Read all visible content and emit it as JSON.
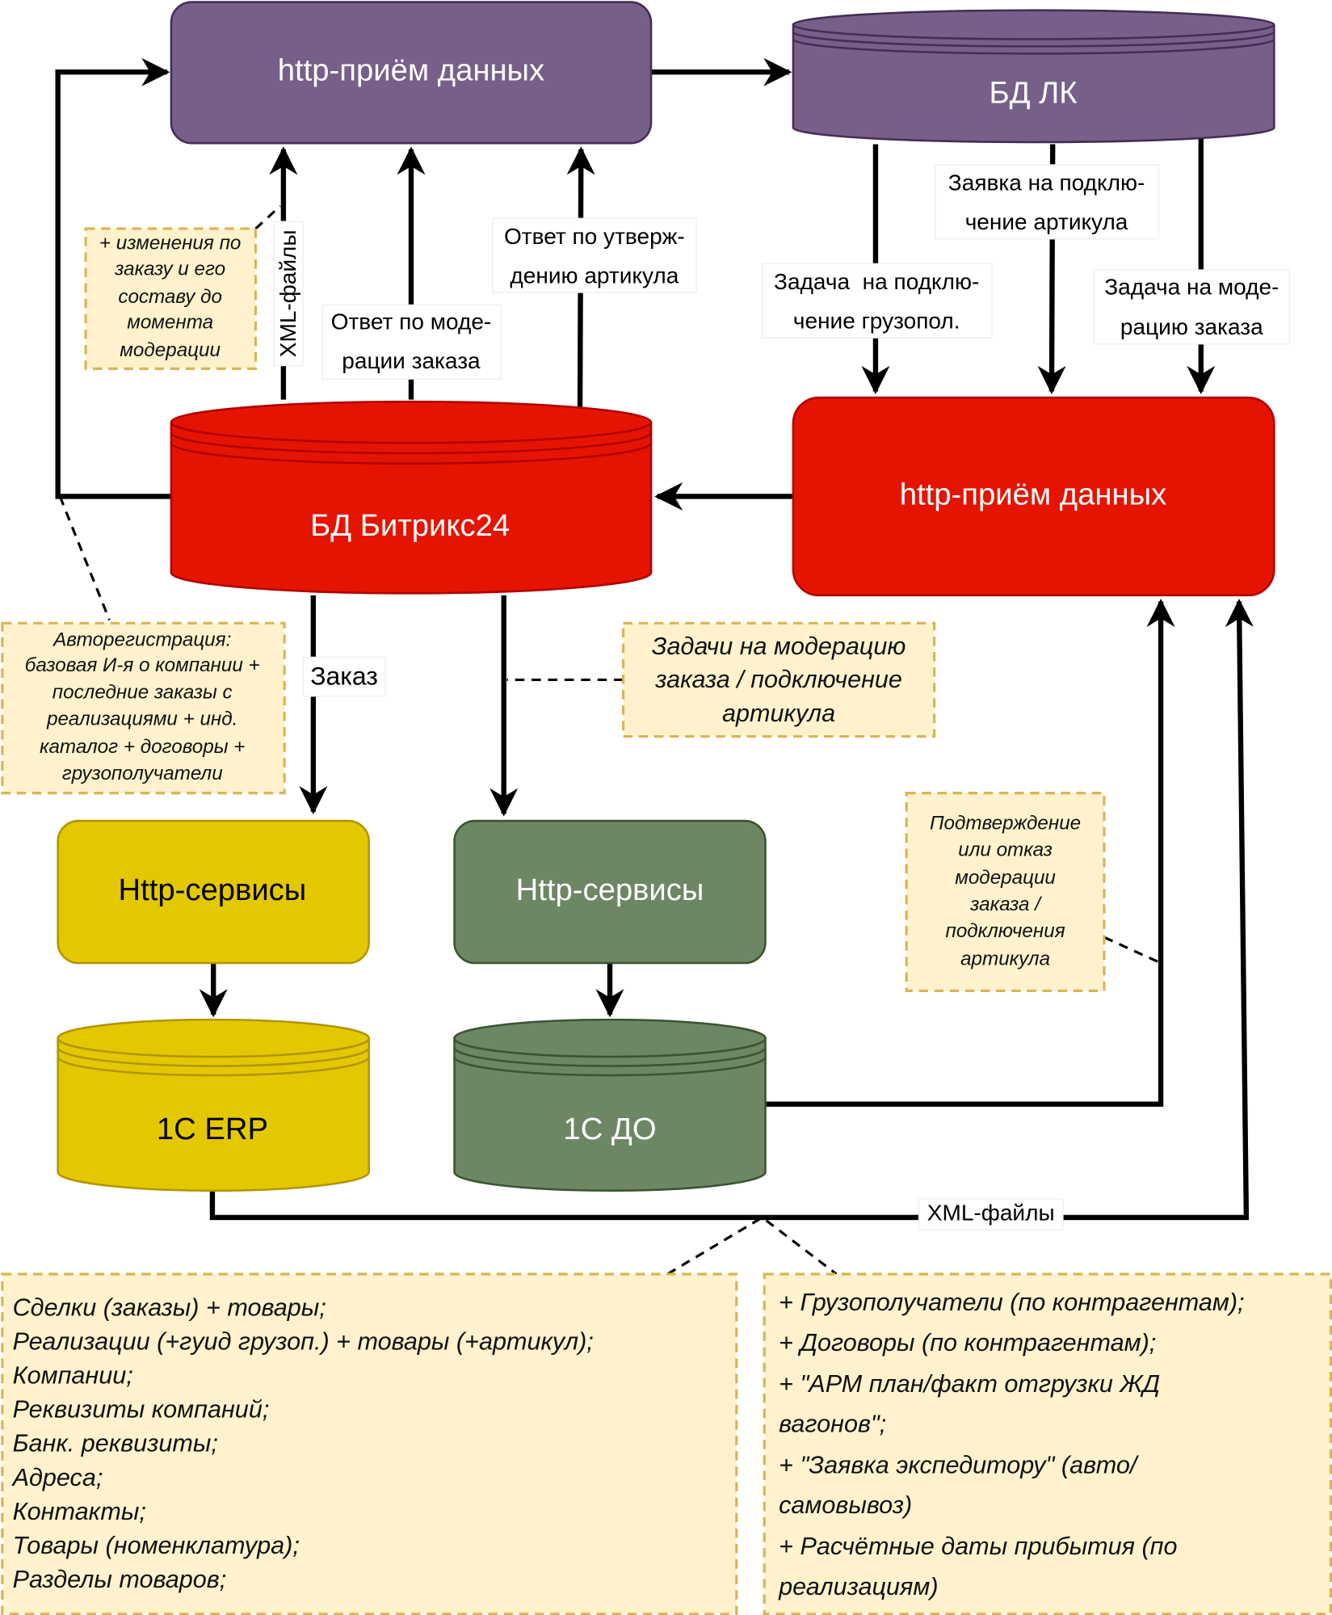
{
  "nodes": {
    "http_top": "http-приём данных",
    "bd_lk": "БД ЛК",
    "bd_bitrix": "БД Битрикс24",
    "http_red": "http-приём данных",
    "http_yellow": "Http-сервисы",
    "http_green": "Http-сервисы",
    "erp": "1C ERP",
    "do": "1C ДО"
  },
  "edge_labels": {
    "xml_vertical": "XML-файлы",
    "moderation_answer": [
      "Ответ по моде-",
      "рации заказа"
    ],
    "article_answer": [
      "Ответ по утверж-",
      "дению артикула"
    ],
    "article_request": [
      "Заявка на подклю-",
      "чение артикула"
    ],
    "consignee_task": [
      "Задача  на подклю-",
      "чение грузопол."
    ],
    "moderation_task": [
      "Задача на моде-",
      "рацию заказа"
    ],
    "order": "Заказ",
    "xml_bottom": "XML-файлы"
  },
  "notes": {
    "changes": [
      "+ изменения по",
      "заказу и его",
      "составу до",
      "момента",
      "модерации"
    ],
    "autoreg": [
      "Авторегистрация:",
      "базовая И-я о компании +",
      "последние заказы с",
      "реализациями + инд.",
      "каталог + договоры +",
      "грузополучатели"
    ],
    "tasks": [
      "Задачи на модерацию",
      "заказа / подключение",
      "артикула"
    ],
    "confirm": [
      "Подтверждение",
      "или отказ",
      "модерации",
      "заказа /",
      "подключения",
      "артикула"
    ],
    "erp_list": [
      "Сделки (заказы) + товары;",
      "Реализации (+гуид грузоп.) + товары (+артикул);",
      "Компании;",
      "Реквизиты компаний;",
      "Банк. реквизиты;",
      "Адреса;",
      "Контакты;",
      "Товары (номенклатура);",
      "Разделы товаров;"
    ],
    "extra_list": [
      "+ Грузополучатели (по контрагентам);",
      "+ Договоры (по контрагентам);",
      "+ \"АРМ план/факт отгрузки ЖД",
      "вагонов\";",
      "+ \"Заявка экспедитору\" (авто/",
      "самовывоз)",
      "+ Расчётные даты прибытия (по",
      "реализациям)"
    ]
  },
  "colors": {
    "purple": "#76608a",
    "red": "#e51400",
    "yellow": "#e3c800",
    "green": "#6d8764",
    "note": "#fff2cc"
  }
}
